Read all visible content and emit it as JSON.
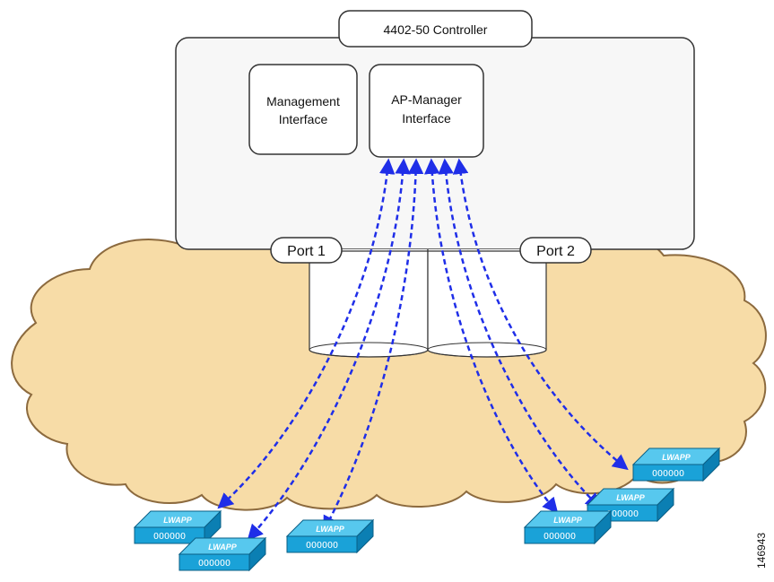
{
  "controller": {
    "title": "4402-50 Controller"
  },
  "interfaces": {
    "management": {
      "line1": "Management",
      "line2": "Interface"
    },
    "ap_manager": {
      "line1": "AP-Manager",
      "line2": "Interface"
    }
  },
  "ports": {
    "port1": "Port 1",
    "port2": "Port 2"
  },
  "access_points": {
    "label": "LWAPP",
    "indicator": "OOOOOO",
    "count": 6
  },
  "figure_id": "146943",
  "colors": {
    "cloud_fill": "#f7dca7",
    "cloud_stroke": "#8c6a3e",
    "arrow": "#1f2ee8",
    "ap_top": "#57c8ee",
    "ap_front": "#1aa2d8",
    "ap_side": "#0b7fb3",
    "box_stroke": "#333333",
    "controller_fill": "#f7f7f7"
  }
}
